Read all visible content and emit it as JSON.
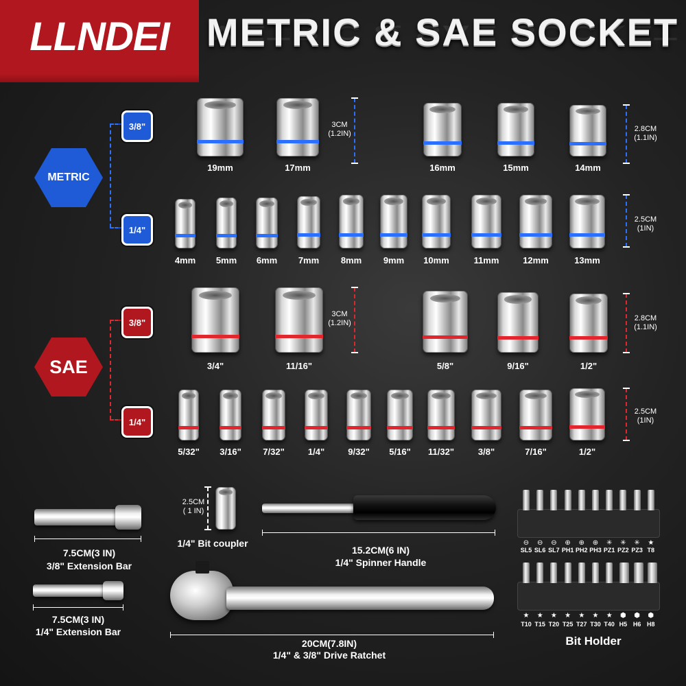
{
  "header": {
    "logo": "LLNDEI",
    "title": "METRIC & SAE SOCKET"
  },
  "colors": {
    "brand_red": "#b0171e",
    "metric_blue": "#1f5bd6"
  },
  "metric": {
    "label": "METRIC",
    "drive_3_8": "3/8\"",
    "drive_1_4": "1/4\"",
    "row_3_8": [
      "19mm",
      "17mm",
      "16mm",
      "15mm",
      "14mm"
    ],
    "row_1_4": [
      "4mm",
      "5mm",
      "6mm",
      "7mm",
      "8mm",
      "9mm",
      "10mm",
      "11mm",
      "12mm",
      "13mm"
    ],
    "dim_3cm": "3CM\n(1.2IN)",
    "dim_28": "2.8CM\n(1.1IN)",
    "dim_25": "2.5CM\n(1IN)"
  },
  "sae": {
    "label": "SAE",
    "drive_3_8": "3/8\"",
    "drive_1_4": "1/4\"",
    "row_3_8": [
      "3/4\"",
      "11/16\"",
      "5/8\"",
      "9/16\"",
      "1/2\""
    ],
    "row_1_4": [
      "5/32\"",
      "3/16\"",
      "7/32\"",
      "1/4\"",
      "9/32\"",
      "5/16\"",
      "11/32\"",
      "3/8\"",
      "7/16\"",
      "1/2\""
    ],
    "dim_3cm": "3CM\n(1.2IN)",
    "dim_28": "2.8CM\n(1.1IN)",
    "dim_25": "2.5CM\n(1IN)"
  },
  "tools": {
    "ext_38_size": "7.5CM(3 IN)",
    "ext_38_name": "3/8\" Extension Bar",
    "ext_14_size": "7.5CM(3 IN)",
    "ext_14_name": "1/4\" Extension Bar",
    "coupler_dim": "2.5CM\n( 1 IN)",
    "coupler_name": "1/4\" Bit coupler",
    "spinner_size": "15.2CM(6 IN)",
    "spinner_name": "1/4\" Spinner Handle",
    "ratchet_size": "20CM(7.8IN)",
    "ratchet_name": "1/4\" & 3/8\" Drive Ratchet",
    "bit_holder_name": "Bit Holder",
    "bits_row1": [
      "SL5",
      "SL6",
      "SL7",
      "PH1",
      "PH2",
      "PH3",
      "PZ1",
      "PZ2",
      "PZ3",
      "T8"
    ],
    "bits_row1_icons": [
      "⊖",
      "⊖",
      "⊖",
      "⊕",
      "⊕",
      "⊕",
      "✳",
      "✳",
      "✳",
      "★"
    ],
    "bits_row2": [
      "T10",
      "T15",
      "T20",
      "T25",
      "T27",
      "T30",
      "T40",
      "H5",
      "H6",
      "H8"
    ],
    "bits_row2_icons": [
      "★",
      "★",
      "★",
      "★",
      "★",
      "★",
      "★",
      "⬢",
      "⬢",
      "⬢"
    ]
  }
}
